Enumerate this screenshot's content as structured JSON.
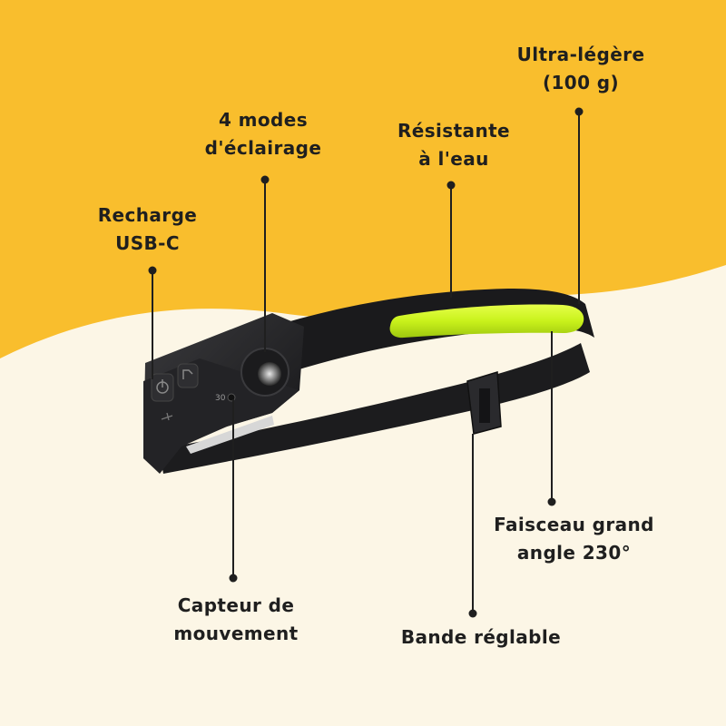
{
  "colors": {
    "background_top": "#f9be2d",
    "background_bottom": "#fcf6e6",
    "text": "#1f1f1f",
    "led_strip": "#c9f21b",
    "band": "#1a1a1c"
  },
  "labels": {
    "ultra_legere": [
      "Ultra-légère",
      "(100 g)"
    ],
    "modes": [
      "4 modes",
      "d'éclairage"
    ],
    "resistante": [
      "Résistante",
      "à l'eau"
    ],
    "recharge": [
      "Recharge",
      "USB-C"
    ],
    "faisceau": [
      "Faisceau grand",
      "angle 230°"
    ],
    "capteur": [
      "Capteur de",
      "mouvement"
    ],
    "bande": [
      "Bande réglable"
    ]
  },
  "device": {
    "sensor_mark": "30"
  }
}
